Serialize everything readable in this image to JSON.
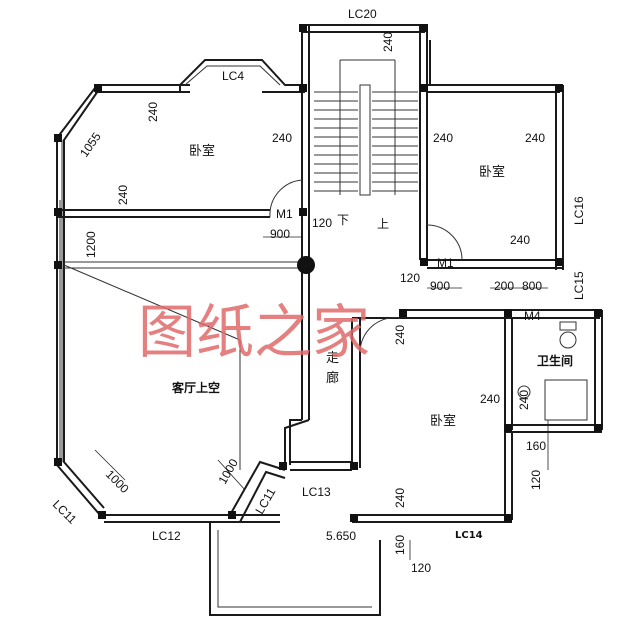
{
  "rooms": {
    "bedroom_nw": "卧室",
    "bedroom_ne": "卧室",
    "bedroom_se": "卧室",
    "living_void": "客厅上空",
    "bathroom": "卫生间",
    "corridor_1": "走",
    "corridor_2": "廊",
    "stair_up": "上",
    "stair_down": "下"
  },
  "windows": {
    "lc20": "LC20",
    "lc4": "LC4",
    "lc16": "LC16",
    "lc15": "LC15",
    "lc11_left": "LC11",
    "lc11_right": "LC11",
    "lc12": "LC12",
    "lc13": "LC13",
    "lc14": "LC14"
  },
  "doors": {
    "m1_left": "M1",
    "m1_right": "M1",
    "m4": "M4"
  },
  "dimensions": {
    "d240_stair_top": "240",
    "d240_nw_top": "240",
    "d1055": "1055",
    "d240_nw_right": "240",
    "d240_ne_left": "240",
    "d240_ne_right": "240",
    "d240_nw_mid": "240",
    "d1200": "1200",
    "d900_left": "900",
    "d120_left": "120",
    "d240_ne_bottom": "240",
    "d120_mid": "120",
    "d900_right": "900",
    "d200": "200",
    "d800": "800",
    "d240_se_top": "240",
    "d240_se_left": "240",
    "d240_bath": "240",
    "d160_right": "160",
    "d120_right": "120",
    "d1000_left": "1000",
    "d1000_right": "1000",
    "d240_se_bottom": "240",
    "d160_bottom": "160",
    "d120_bottom": "120"
  },
  "elevation": "5.650",
  "watermark": "图纸之家"
}
